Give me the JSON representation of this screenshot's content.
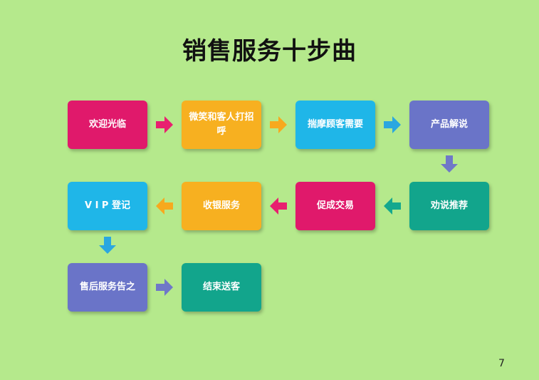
{
  "title": "销售服务十步曲",
  "page_number": "7",
  "steps": [
    {
      "label": "欢迎光临",
      "color": "#e0196b"
    },
    {
      "label": "微笑和客人打招呼",
      "color": "#f7b020"
    },
    {
      "label": "揣摩顾客需要",
      "color": "#1fb6e8"
    },
    {
      "label": "产品解说",
      "color": "#6a74c8"
    },
    {
      "label": "劝说推荐",
      "color": "#12a58c"
    },
    {
      "label": "促成交易",
      "color": "#e0196b"
    },
    {
      "label": "收银服务",
      "color": "#f7b020"
    },
    {
      "label": "V I P 登记",
      "color": "#1fb6e8"
    },
    {
      "label": "售后服务告之",
      "color": "#6a74c8"
    },
    {
      "label": "结束送客",
      "color": "#12a58c"
    }
  ],
  "arrow_colors": {
    "pink": "#e8206f",
    "orange": "#f7a91e",
    "blue": "#2aa7e0",
    "purple": "#6f78c8",
    "teal": "#14a88e"
  }
}
